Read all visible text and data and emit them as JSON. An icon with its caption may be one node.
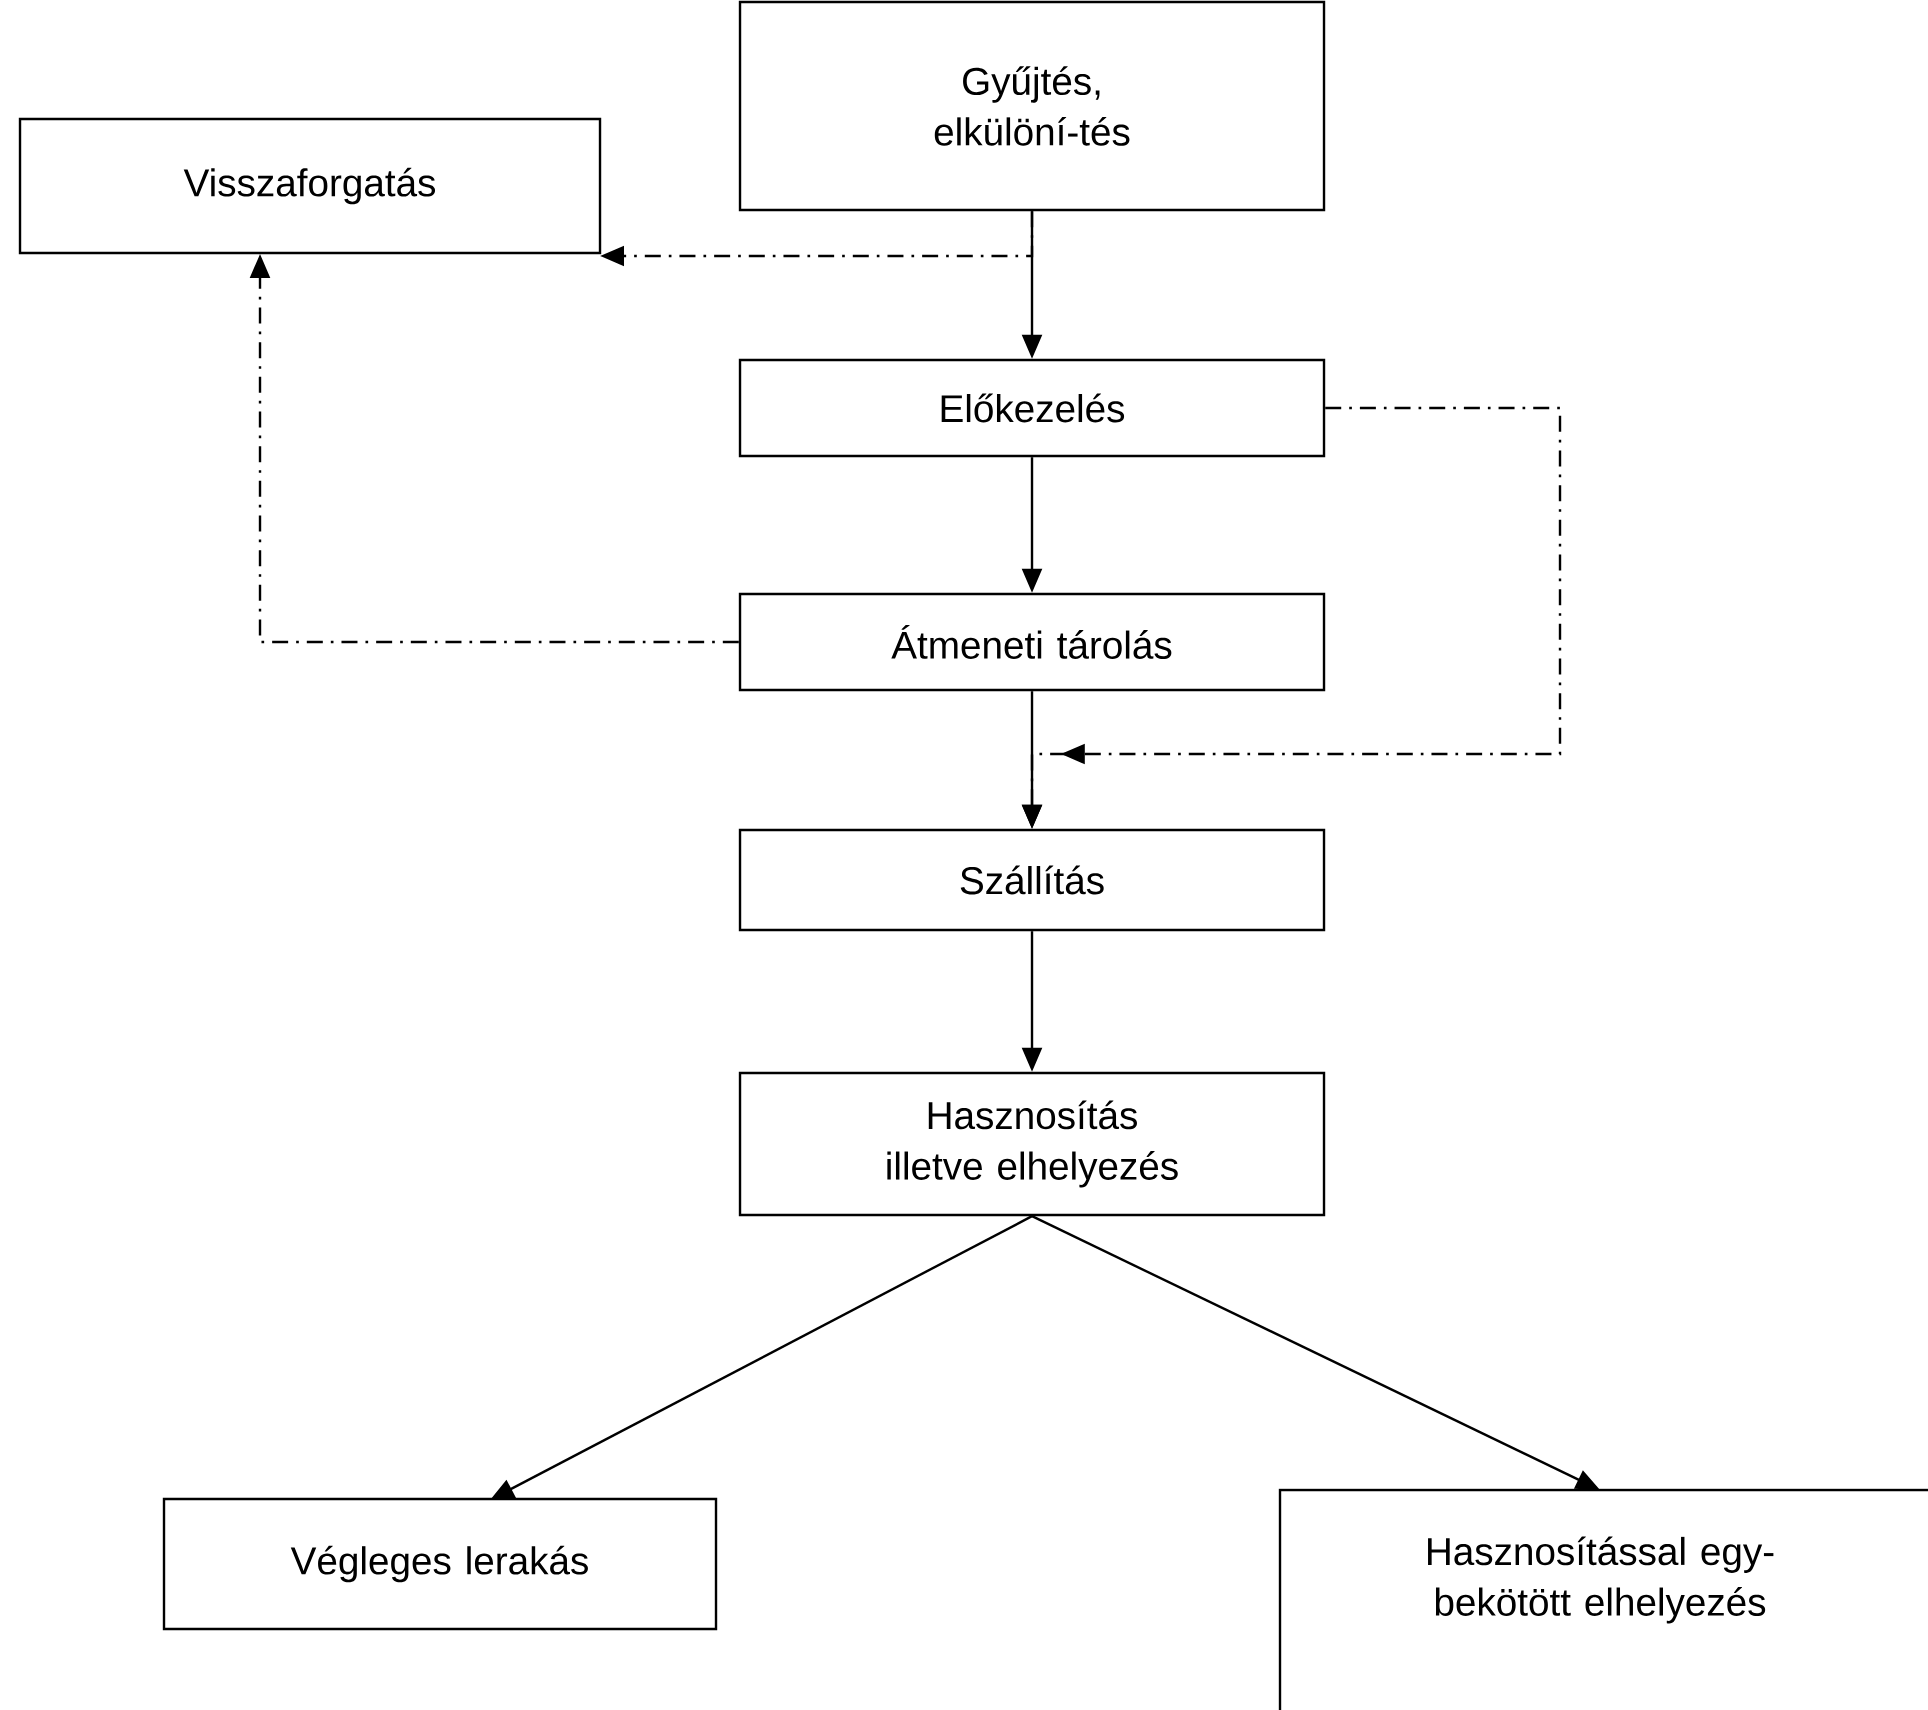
{
  "diagram": {
    "nodes": [
      {
        "text": [
          "Gyűjtés, elkülöní-tés"
        ]
      },
      {
        "text": [
          "Visszaforgatás"
        ]
      },
      {
        "text": [
          "Előkezelés"
        ]
      },
      {
        "text": [
          "Átmeneti tárolás"
        ]
      },
      {
        "text": [
          "Szállítás"
        ]
      },
      {
        "text": [
          "Hasznosítás illetve elhelyezés"
        ]
      },
      {
        "text": [
          "Végleges lerakás"
        ]
      },
      {
        "text": [
          "Hasznosítással egy-bekötött elhelyezés"
        ]
      }
    ],
    "edges": [
      {
        "from": 0,
        "to": 2,
        "arrow": "to"
      },
      {
        "from": 0,
        "to": 1,
        "arrow": "to",
        "style": "dashed"
      },
      {
        "from": 2,
        "to": 3,
        "arrow": "to"
      },
      {
        "from": 3,
        "to": 1,
        "arrow": "to",
        "style": "dashed"
      },
      {
        "from": 2,
        "to": 4,
        "arrow": "to",
        "style": "dashed"
      },
      {
        "from": 3,
        "to": 4,
        "arrow": "to"
      },
      {
        "from": 4,
        "to": 5,
        "arrow": "to"
      },
      {
        "from": 5,
        "to": 6,
        "arrow": "to"
      },
      {
        "from": 5,
        "to": 7,
        "arrow": "to"
      }
    ]
  }
}
